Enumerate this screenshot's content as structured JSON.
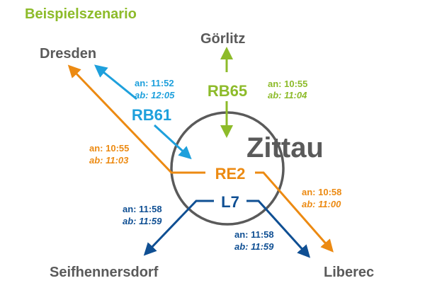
{
  "title": "Beispielszenario",
  "center_station": "Zittau",
  "colors": {
    "title": "#8dbb2a",
    "gray": "#5a5a5a",
    "orange": "#ec8a12",
    "lightblue": "#1ea0dc",
    "green": "#8dbb2a",
    "darkblue": "#0f4f93"
  },
  "destinations": {
    "goerlitz": "Görlitz",
    "dresden": "Dresden",
    "seifhennersdorf": "Seifhennersdorf",
    "liberec": "Liberec"
  },
  "lines": {
    "rb61": {
      "label": "RB61",
      "an": "an: 11:52",
      "ab": "ab: 12:05"
    },
    "rb65": {
      "label": "RB65",
      "an": "an: 10:55",
      "ab": "ab: 11:04"
    },
    "re2": {
      "label": "RE2",
      "left_an": "an: 10:55",
      "left_ab": "ab: 11:03",
      "right_an": "an: 10:58",
      "right_ab": "ab: 11:00"
    },
    "l7": {
      "label": "L7",
      "left_an": "an: 11:58",
      "left_ab": "ab: 11:59",
      "right_an": "an: 11:58",
      "right_ab": "ab: 11:59"
    }
  }
}
